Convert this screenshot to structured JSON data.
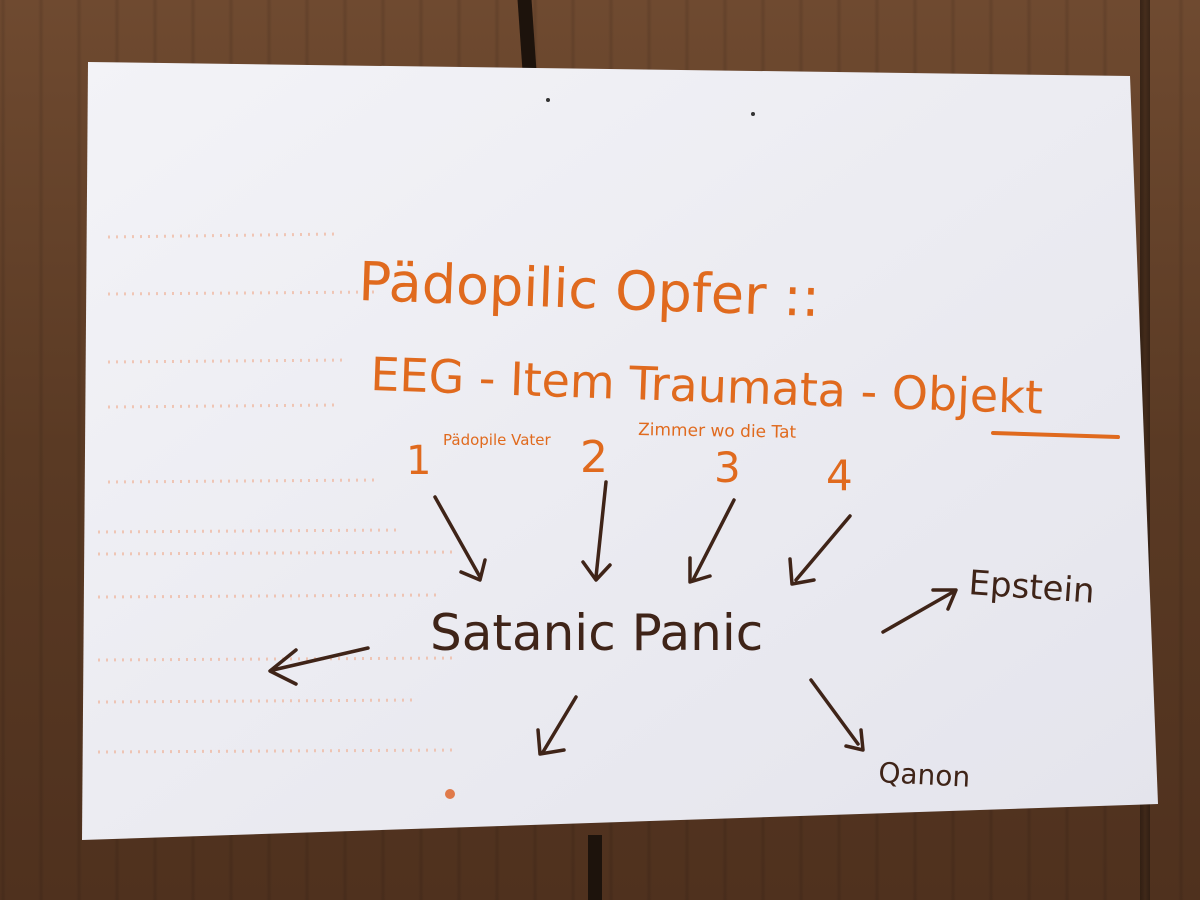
{
  "note": {
    "title": "Pädopilic Opfer ::",
    "subtitle": "EEG - Item Traumata - Objekt",
    "numbers": [
      {
        "digit": "1",
        "note": "Pädopile Vater"
      },
      {
        "digit": "2",
        "note": "Zimmer wo die Tat"
      },
      {
        "digit": "3",
        "note": ""
      },
      {
        "digit": "4",
        "note": ""
      }
    ],
    "center": "Satanic Panic",
    "outputs": [
      "Epstein",
      "Qanon"
    ]
  },
  "colors": {
    "orange_ink": "#e06a1e",
    "brown_ink": "#3f2418",
    "paper": "#eeeef3",
    "wood": "#5a3a24"
  }
}
